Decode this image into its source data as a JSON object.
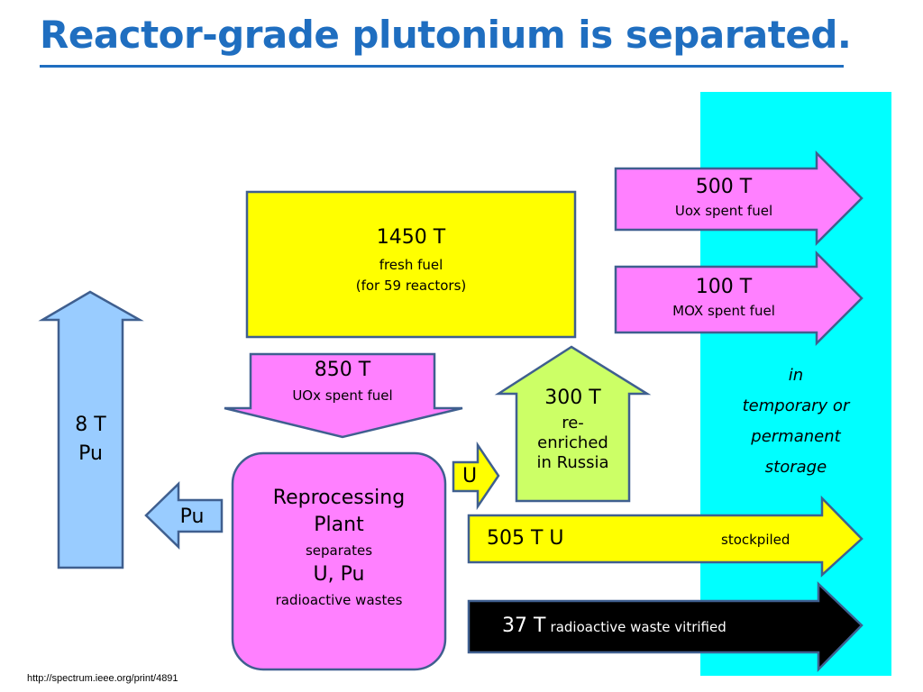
{
  "title": "Reactor-grade plutonium is separated.",
  "fresh_fuel": {
    "amount": "1450 T",
    "label": "fresh fuel",
    "detail": "(for 59 reactors)"
  },
  "uox_to_plant": {
    "amount": "850 T",
    "label": "UOx spent fuel"
  },
  "plant": {
    "name_line1": "Reprocessing",
    "name_line2": "Plant",
    "action": "separates",
    "products": "U, Pu",
    "wastes": "radioactive wastes"
  },
  "pu_stock": {
    "amount": "8 T",
    "label": "Pu"
  },
  "pu_arrow": {
    "label": "Pu"
  },
  "u_arrow": {
    "label": "U"
  },
  "russia": {
    "amount": "300 T",
    "line1": "re-",
    "line2": "enriched",
    "line3": "in Russia"
  },
  "uox_storage": {
    "amount": "500 T",
    "label": "Uox spent fuel"
  },
  "mox_storage": {
    "amount": "100 T",
    "label": "MOX spent fuel"
  },
  "storage_note": {
    "line1": "in",
    "line2": "temporary or",
    "line3": "permanent",
    "line4": "storage"
  },
  "uranium_stock": {
    "amount": "505 T U",
    "label": "stockpiled"
  },
  "waste": {
    "amount": "37 T",
    "label": "radioactive waste vitrified"
  },
  "source_url": "http://spectrum.ieee.org/print/4891",
  "colors": {
    "title": "#1f6ec0",
    "storage_band": "#00ffff",
    "magenta": "#ff80ff",
    "yellow": "#ffff00",
    "green": "#ccff66",
    "blue": "#99ccff",
    "outline": "#3f5f8f",
    "black": "#000000"
  }
}
